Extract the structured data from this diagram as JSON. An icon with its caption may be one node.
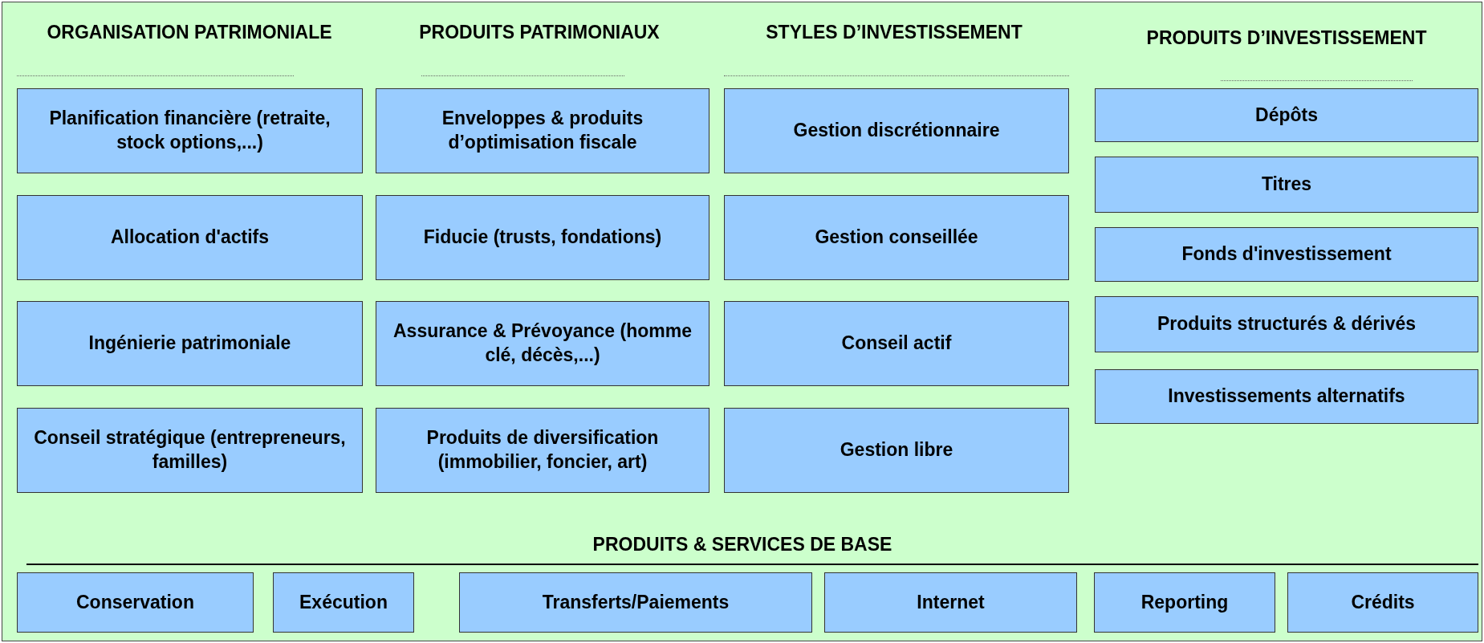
{
  "diagram": {
    "nodes": [
      {
        "text": [
          "Planification financière (retraite, stock options,...)"
        ]
      },
      {
        "text": [
          "Enveloppes & produits d’optimisation fiscale"
        ]
      },
      {
        "text": [
          "Gestion discrétionnaire"
        ]
      },
      {
        "text": [
          "Dépôts"
        ]
      },
      {
        "text": [
          "Titres"
        ]
      },
      {
        "text": [
          "Allocation d'actifs"
        ]
      },
      {
        "text": [
          "Fiducie (trusts, fondations)"
        ]
      },
      {
        "text": [
          "Gestion conseillée"
        ]
      },
      {
        "text": [
          "Fonds d'investissement"
        ]
      },
      {
        "text": [
          "Produits structurés & dérivés"
        ]
      },
      {
        "text": [
          "Ingénierie patrimoniale"
        ]
      },
      {
        "text": [
          "Assurance & Prévoyance (homme clé, décès,...)"
        ]
      },
      {
        "text": [
          "Conseil actif"
        ]
      },
      {
        "text": [
          "Investissements alternatifs"
        ]
      },
      {
        "text": [
          "Conseil stratégique (entrepreneurs, familles)"
        ]
      },
      {
        "text": [
          "Produits de diversification (immobilier, foncier, art)"
        ]
      },
      {
        "text": [
          "Gestion libre"
        ]
      },
      {
        "text": [
          "Conservation"
        ]
      },
      {
        "text": [
          "Exécution"
        ]
      },
      {
        "text": [
          "Transferts/Paiements"
        ]
      },
      {
        "text": [
          "Internet"
        ]
      },
      {
        "text": [
          "Reporting"
        ]
      },
      {
        "text": [
          "Crédits"
        ]
      }
    ],
    "labels": [
      "ORGANISATION PATRIMONIALE",
      "PRODUITS PATRIMONIAUX",
      "STYLES D’INVESTISSEMENT",
      "PRODUITS D’INVESTISSEMENT",
      "PRODUITS & SERVICES DE BASE"
    ]
  }
}
